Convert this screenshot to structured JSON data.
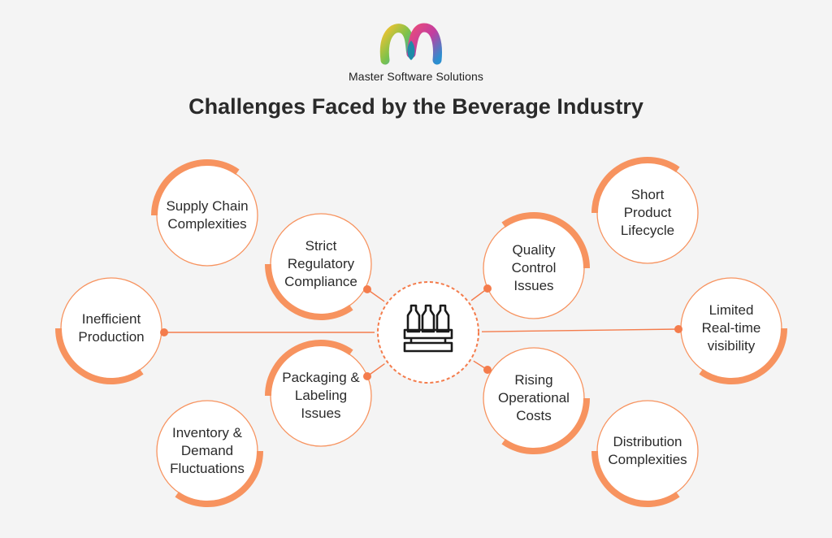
{
  "brand": {
    "name": "Master Software Solutions",
    "logo_icon": "ms-logo-icon"
  },
  "title": "Challenges Faced by the Beverage Industry",
  "center": {
    "icon": "bottle-crate-icon"
  },
  "colors": {
    "accent": "#f47c4c",
    "ring": "#f7935f",
    "text": "#2b2b2b",
    "background": "#f4f4f4"
  },
  "challenges": [
    {
      "label": "Supply Chain\nComplexities"
    },
    {
      "label": "Strict\nRegulatory\nCompliance"
    },
    {
      "label": "Inefficient\nProduction"
    },
    {
      "label": "Packaging &\nLabeling\nIssues"
    },
    {
      "label": "Inventory &\nDemand\nFluctuations"
    },
    {
      "label": "Quality\nControl\nIssues"
    },
    {
      "label": "Short\nProduct\nLifecycle"
    },
    {
      "label": "Limited\nReal-time\nvisibility"
    },
    {
      "label": "Rising\nOperational\nCosts"
    },
    {
      "label": "Distribution\nComplexities"
    }
  ]
}
